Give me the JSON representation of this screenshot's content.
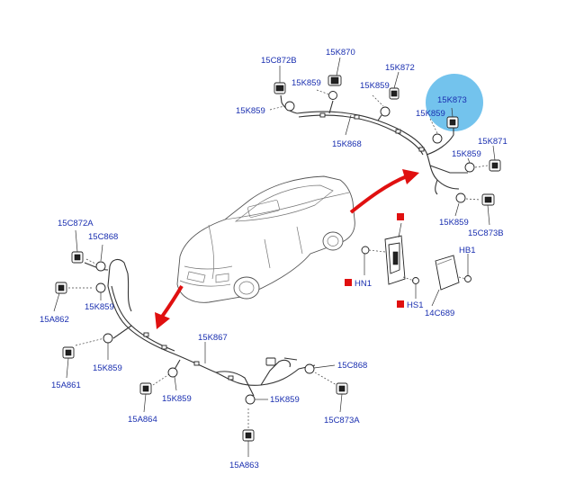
{
  "colors": {
    "label": "#1a2fb0",
    "arrow": "#e01010",
    "highlight": "#5bb8ea",
    "marker": "#e01010"
  },
  "labels": {
    "c15C872B": "15C872B",
    "k15K870": "15K870",
    "k15K872": "15K872",
    "k15K859_a": "15K859",
    "k15K859_b": "15K859",
    "k15K859_c": "15K859",
    "k15K873": "15K873",
    "k15K859_d": "15K859",
    "k15K871": "15K871",
    "k15K859_e": "15K859",
    "k15K868": "15K868",
    "k15K859_f": "15K859",
    "c15C873B": "15C873B",
    "c15C872A": "15C872A",
    "c15C868_a": "15C868",
    "k15K859_g": "15K859",
    "a15A862": "15A862",
    "k15K859_h": "15K859",
    "a15A861": "15A861",
    "k15K867": "15K867",
    "c15C868_b": "15C868",
    "k15K859_i": "15K859",
    "k15K859_j": "15K859",
    "a15A864": "15A864",
    "c15C873A": "15C873A",
    "a15A863": "15A863",
    "hb1": "HB1",
    "hn1": "HN1",
    "hs1": "HS1",
    "c14C689": "14C689"
  }
}
